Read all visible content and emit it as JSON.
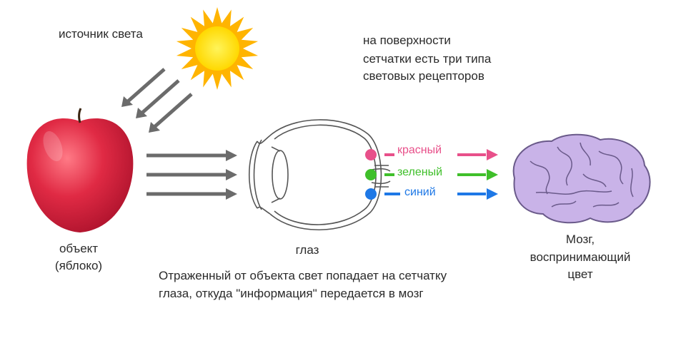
{
  "labels": {
    "light_source": "источник света",
    "retina_line1": "на поверхности",
    "retina_line2": "сетчатки есть три типа",
    "retina_line3": "световых рецепторов",
    "object_line1": "объект",
    "object_line2": "(яблоко)",
    "eye": "глаз",
    "brain_line1": "Мозг,",
    "brain_line2": "воспринимающий",
    "brain_line3": "цвет",
    "caption_line1": "Отраженный от объекта свет попадает на сетчатку",
    "caption_line2": "глаза, откуда \"информация\" передается в мозг"
  },
  "receptors": [
    {
      "label": "красный",
      "color": "#e8508a"
    },
    {
      "label": "зеленый",
      "color": "#3fbf2a"
    },
    {
      "label": "синий",
      "color": "#1e78e6"
    }
  ],
  "colors": {
    "arrow_gray": "#6b6b6b",
    "sun_core": "#ffe000",
    "sun_rays": "#ffb400",
    "apple": "#d8203c",
    "brain_fill": "#c9b3e8",
    "brain_stroke": "#6a5a8a"
  }
}
